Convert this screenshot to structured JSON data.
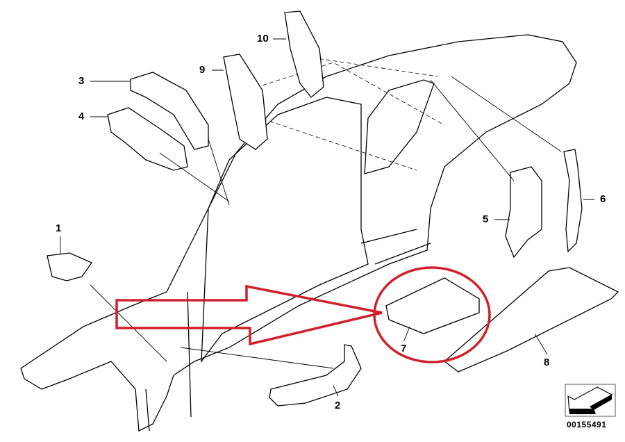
{
  "diagram": {
    "part_labels": [
      "1",
      "2",
      "3",
      "4",
      "5",
      "6",
      "7",
      "8",
      "9",
      "10"
    ],
    "document_number": "00155491",
    "highlight_color": "#d0202a",
    "icon": "direction-arrow-icon"
  }
}
